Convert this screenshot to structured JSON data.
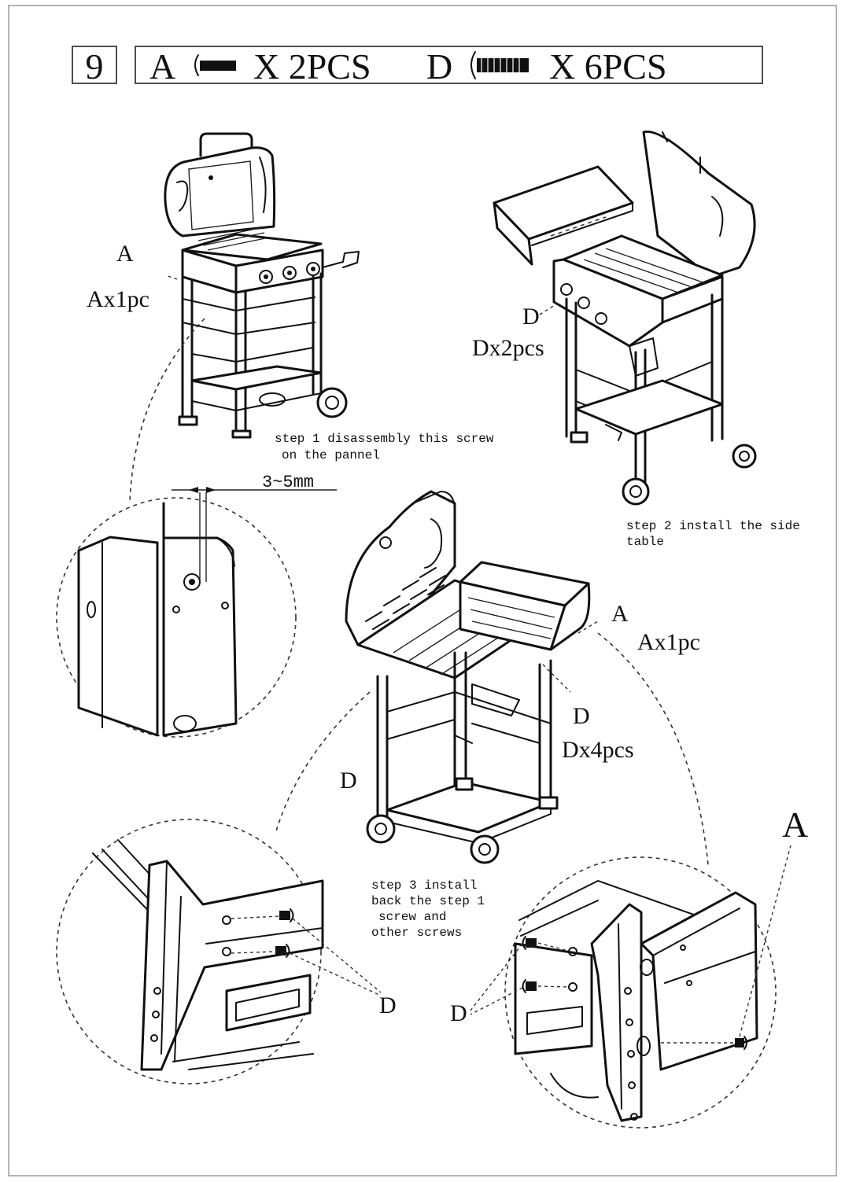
{
  "header": {
    "step_number": "9",
    "part_a_letter": "A",
    "part_a_qty": "X 2PCS",
    "part_d_letter": "D",
    "part_d_qty": "X 6PCS"
  },
  "view1": {
    "label_letter": "A",
    "label_qty": "Ax1pc",
    "caption_line1": "step 1 disassembly this screw",
    "caption_line2": "on the pannel",
    "dimension": "3~5mm"
  },
  "view2": {
    "label_letter": "D",
    "label_qty": "Dx2pcs",
    "caption_line1": "step 2 install the side",
    "caption_line2": "table"
  },
  "view3": {
    "label_a_letter": "A",
    "label_a_qty": "Ax1pc",
    "label_d_letter": "D",
    "label_d_qty": "Dx4pcs",
    "label_d_left": "D",
    "caption_line1": "step 3 install",
    "caption_line2": "back the step 1",
    "caption_line3": "screw and",
    "caption_line4": "other screws"
  },
  "detail_left": {
    "label": "D"
  },
  "detail_right": {
    "label_d": "D",
    "label_a": "A"
  }
}
